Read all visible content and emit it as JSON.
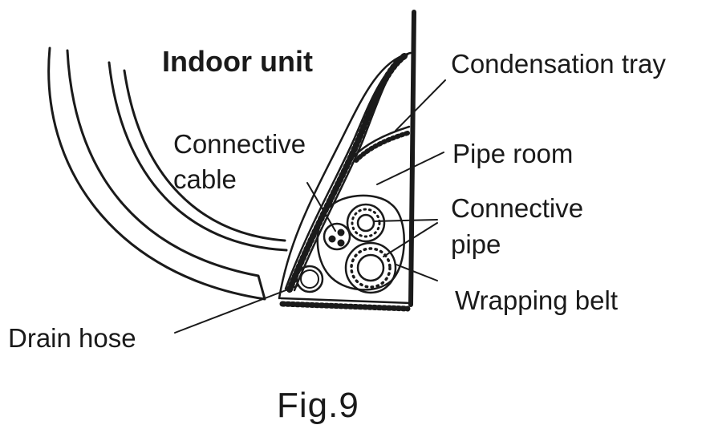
{
  "title": "Indoor unit",
  "labels": {
    "condensation_tray": "Condensation tray",
    "pipe_room": "Pipe room",
    "connective_cable_line1": "Connective",
    "connective_cable_line2": "cable",
    "connective_pipe_line1": "Connective",
    "connective_pipe_line2": "pipe",
    "wrapping_belt": "Wrapping belt",
    "drain_hose": "Drain hose"
  },
  "caption": "Fig.9",
  "colors": {
    "ink": "#1a1a1a",
    "background": "#ffffff"
  }
}
